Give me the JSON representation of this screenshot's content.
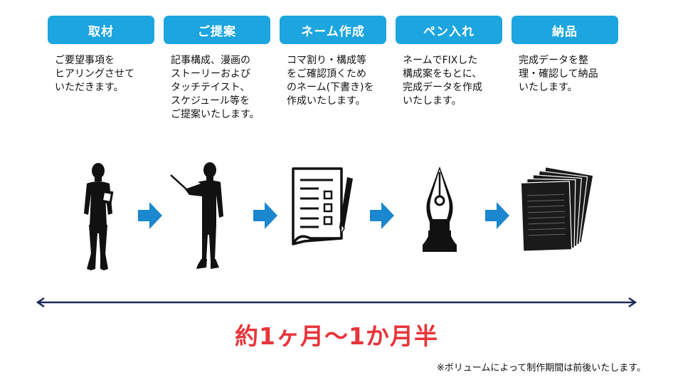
{
  "colors": {
    "step": "#1ca5df",
    "arrow": "#1b87cf",
    "timeline": "#1c2a5a",
    "duration": "#e8343b"
  },
  "steps": [
    {
      "label": "取材",
      "desc": "ご要望事項を\nヒアリングさせて\nいただきます。",
      "icon": "businesswoman-icon"
    },
    {
      "label": "ご提案",
      "desc": "記事構成、漫画の\nストーリーおよび\nタッチテイスト、\nスケジュール等を\nご提案いたします。",
      "icon": "presenter-icon"
    },
    {
      "label": "ネーム作成",
      "desc": "コマ割り・構成等\nをご確認頂くため\nのネーム(下書き)を\n作成いたします。",
      "icon": "document-pencil-icon"
    },
    {
      "label": "ペン入れ",
      "desc": "ネームでFIXした\n構成案をもとに、\n完成データを作成\nいたします。",
      "icon": "pen-nib-icon"
    },
    {
      "label": "納品",
      "desc": "完成データを整\n理・確認して納品\nいたします。",
      "icon": "document-stack-icon"
    }
  ],
  "duration": "約1ヶ月～1か月半",
  "note": "※ボリュームによって制作期間は前後いたします。"
}
